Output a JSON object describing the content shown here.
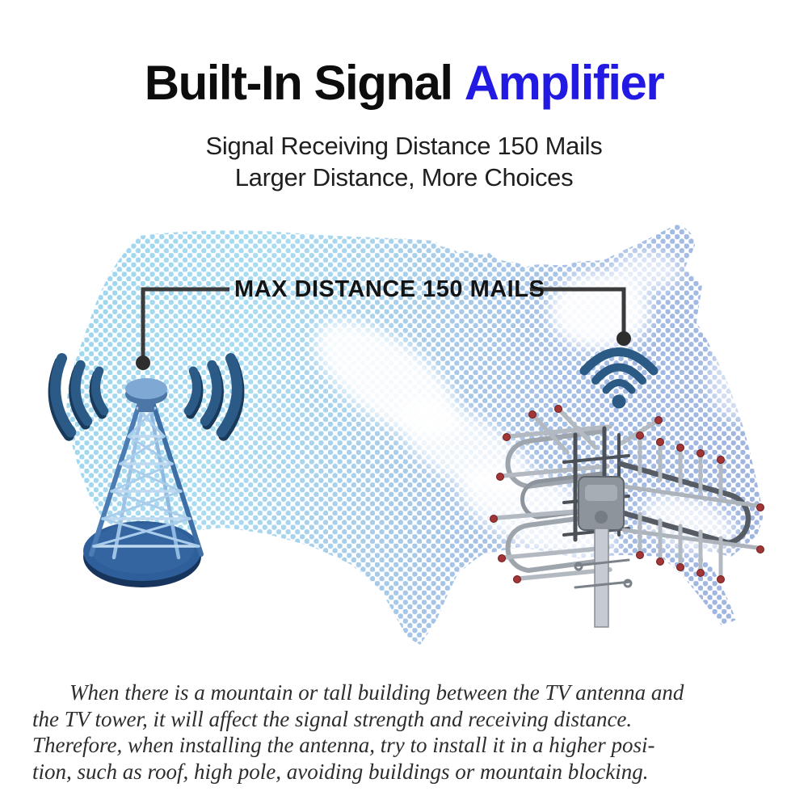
{
  "header": {
    "title_black": "Built-In Signal",
    "title_blue": "Amplifier",
    "subtitle_line1": "Signal Receiving Distance 150 Mails",
    "subtitle_line2": "Larger Distance, More Choices"
  },
  "map": {
    "callout_label": "MAX DISTANCE 150 MAILS"
  },
  "footer_paragraph": {
    "line1": "When there is a mountain or tall building between the TV antenna and",
    "line2": "the TV tower, it will affect the signal strength and receiving distance.",
    "line3": "Therefore, when installing the antenna, try to install it in a higher posi-",
    "line4": "tion, such as roof, high pole, avoiding buildings or mountain blocking."
  },
  "icons": {
    "map_shape": "usa-halftone-dot-map",
    "tower": "broadcast-tower-icon",
    "tower_waves": "signal-waves-icon",
    "receiver": "wifi-icon",
    "antenna": "outdoor-tv-antenna-illustration",
    "callout_left": "callout-connector-left",
    "callout_right": "callout-connector-right"
  },
  "colors": {
    "accent_blue": "#2219E2",
    "map_dot_west": "#A3D9EF",
    "map_dot_east": "#A4BCE5",
    "tower_leg_blue": "#4B7CB4",
    "tower_base_blue": "#2F5F9A",
    "wave_navy": "#2C5A87",
    "connector_gray": "#3B3B3B",
    "antenna_gray": "#9EA5AC",
    "antenna_tip_red": "#A23535",
    "text_dark": "#141414"
  }
}
